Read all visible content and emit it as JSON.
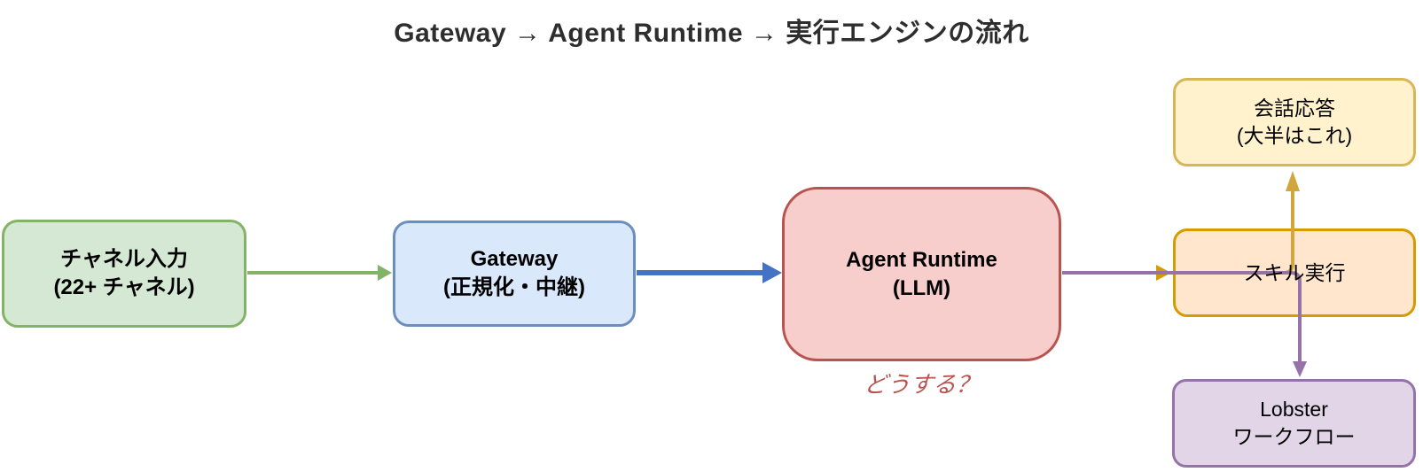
{
  "title": "Gateway → Agent Runtime → 実行エンジンの流れ",
  "colors": {
    "title_text": "#2e2e2e",
    "node_text": "#000000",
    "green_fill": "#d5e8d4",
    "green_border": "#82b366",
    "blue_fill": "#dae8fc",
    "blue_border": "#6c8ebf",
    "red_fill": "#f8cecc",
    "red_border": "#b85450",
    "yellow_fill": "#fff2cc",
    "yellow_border": "#d6b656",
    "orange_fill": "#ffe6cc",
    "orange_border": "#d79b00",
    "purple_fill": "#e1d5e7",
    "purple_border": "#9673a6",
    "arrow_green": "#82b366",
    "arrow_blue": "#4472c4",
    "arrow_orange": "#d79b00",
    "arrow_yellow": "#d0a73d",
    "arrow_purple": "#9673a6",
    "annotation_text": "#b85450"
  },
  "nodes": {
    "channel_input": {
      "line1": "チャネル入力",
      "line2": "(22+ チャネル)"
    },
    "gateway": {
      "line1": "Gateway",
      "line2": "(正規化・中継)"
    },
    "agent_runtime": {
      "line1": "Agent Runtime",
      "line2": "(LLM)"
    },
    "conversation_reply": {
      "line1": "会話応答",
      "line2": "(大半はこれ)"
    },
    "skill_execution": {
      "line1": "スキル実行"
    },
    "lobster_workflow": {
      "line1": "Lobster",
      "line2": "ワークフロー"
    }
  },
  "annotation": {
    "text": "どうする？"
  }
}
